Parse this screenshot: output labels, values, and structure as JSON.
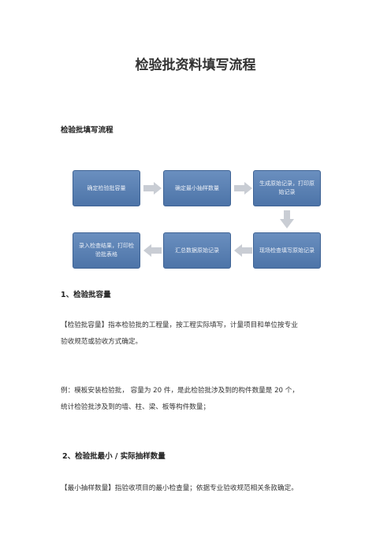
{
  "doc": {
    "title": "检验批资料填写流程",
    "subhead": "检验批填写流程",
    "flow": {
      "step1": "确定检验批容量",
      "step2": "确定最小抽样数量",
      "step3": "生成原始记录，打印原始记录",
      "step4": "现场检查填写原始记录",
      "step5": "汇总数据原始记录",
      "step6": "录入检查结果，打印检验批表格"
    },
    "section1": {
      "heading": "1、检验批容量",
      "p1_line1": "【检验批容量】指本检验批的工程量，按工程实际填写，计量项目和单位按专业",
      "p1_line2": "验收规范或验收方式确定。",
      "p2_line1": "例：模板安装检验批， 容量为  20  件，是此检验批涉及到的构件数量是 20  个，",
      "p2_line2": "统计检验批涉及到的墙、柱、梁、板等构件数量；"
    },
    "section2": {
      "heading": "2、检验批最小  /  实际抽样数量",
      "p1_line1": "【最小抽样数量】指验收项目的最小检查量；依据专业验收规范相关条款确定。"
    }
  }
}
